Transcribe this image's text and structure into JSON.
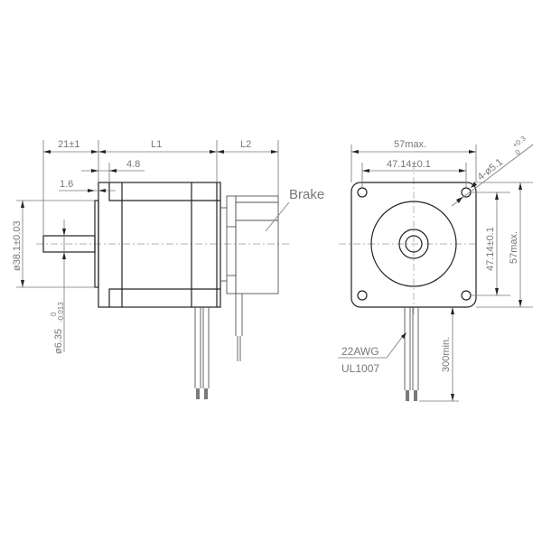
{
  "drawing": {
    "type": "stepper motor dimensional drawing",
    "side_view": {
      "dimensions": {
        "flange_offset": "21±1",
        "body_length": "L1",
        "brake_length": "L2",
        "pilot_depth": "4.8",
        "pilot_step": "1.6",
        "pilot_diameter": "ø38.1±0.03",
        "shaft_diameter": "ø6.35",
        "shaft_tol_upper": "0",
        "shaft_tol_lower": "-0.013"
      },
      "labels": {
        "brake": "Brake"
      }
    },
    "front_view": {
      "dimensions": {
        "width_max": "57max.",
        "hole_spacing_h": "47.14±0.1",
        "hole_spacing_v": "47.14±0.1",
        "height_max": "57max.",
        "hole_spec": "4-ø5.1",
        "hole_tol_upper": "+0.3",
        "hole_tol_lower": "0",
        "lead_length": "300min."
      },
      "labels": {
        "wire_gauge": "22AWG",
        "wire_standard": "UL1007"
      }
    },
    "colors": {
      "line": "#222222",
      "dimension": "#777777",
      "background": "#ffffff"
    }
  }
}
